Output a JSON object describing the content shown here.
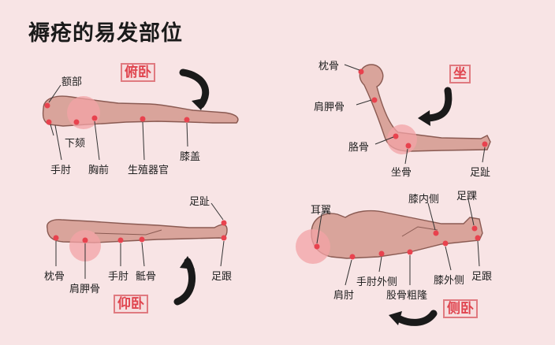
{
  "title": "褥疮的易发部位",
  "positions": {
    "prone": "俯卧",
    "sitting": "坐",
    "supine": "仰卧",
    "lateral": "侧卧"
  },
  "labels": {
    "prone": {
      "forehead": "额部",
      "chin": "下颏",
      "elbow": "手肘",
      "chest": "胸前",
      "genitals": "生殖器官",
      "knee": "膝盖"
    },
    "sitting": {
      "occiput": "枕骨",
      "scapula": "肩胛骨",
      "ischium": "胳骨",
      "coccyx": "坐骨",
      "toe": "足趾"
    },
    "supine": {
      "toe": "足趾",
      "occiput": "枕骨",
      "scapula": "肩胛骨",
      "elbow": "手肘",
      "sacrum": "骶骨",
      "heel": "足跟"
    },
    "lateral": {
      "ear": "耳翼",
      "knee_inner": "膝内侧",
      "ankle": "足踝",
      "shoulder_elbow": "肩肘",
      "elbow_outer": "手肘外侧",
      "trochanter": "股骨粗隆",
      "knee_outer": "膝外侧",
      "heel": "足跟"
    }
  },
  "colors": {
    "body_fill": "#d9a49b",
    "body_stroke": "#8a5a52",
    "point": "#e8424e",
    "halo": "#f3a3a6",
    "arrow": "#1a1a1a"
  }
}
